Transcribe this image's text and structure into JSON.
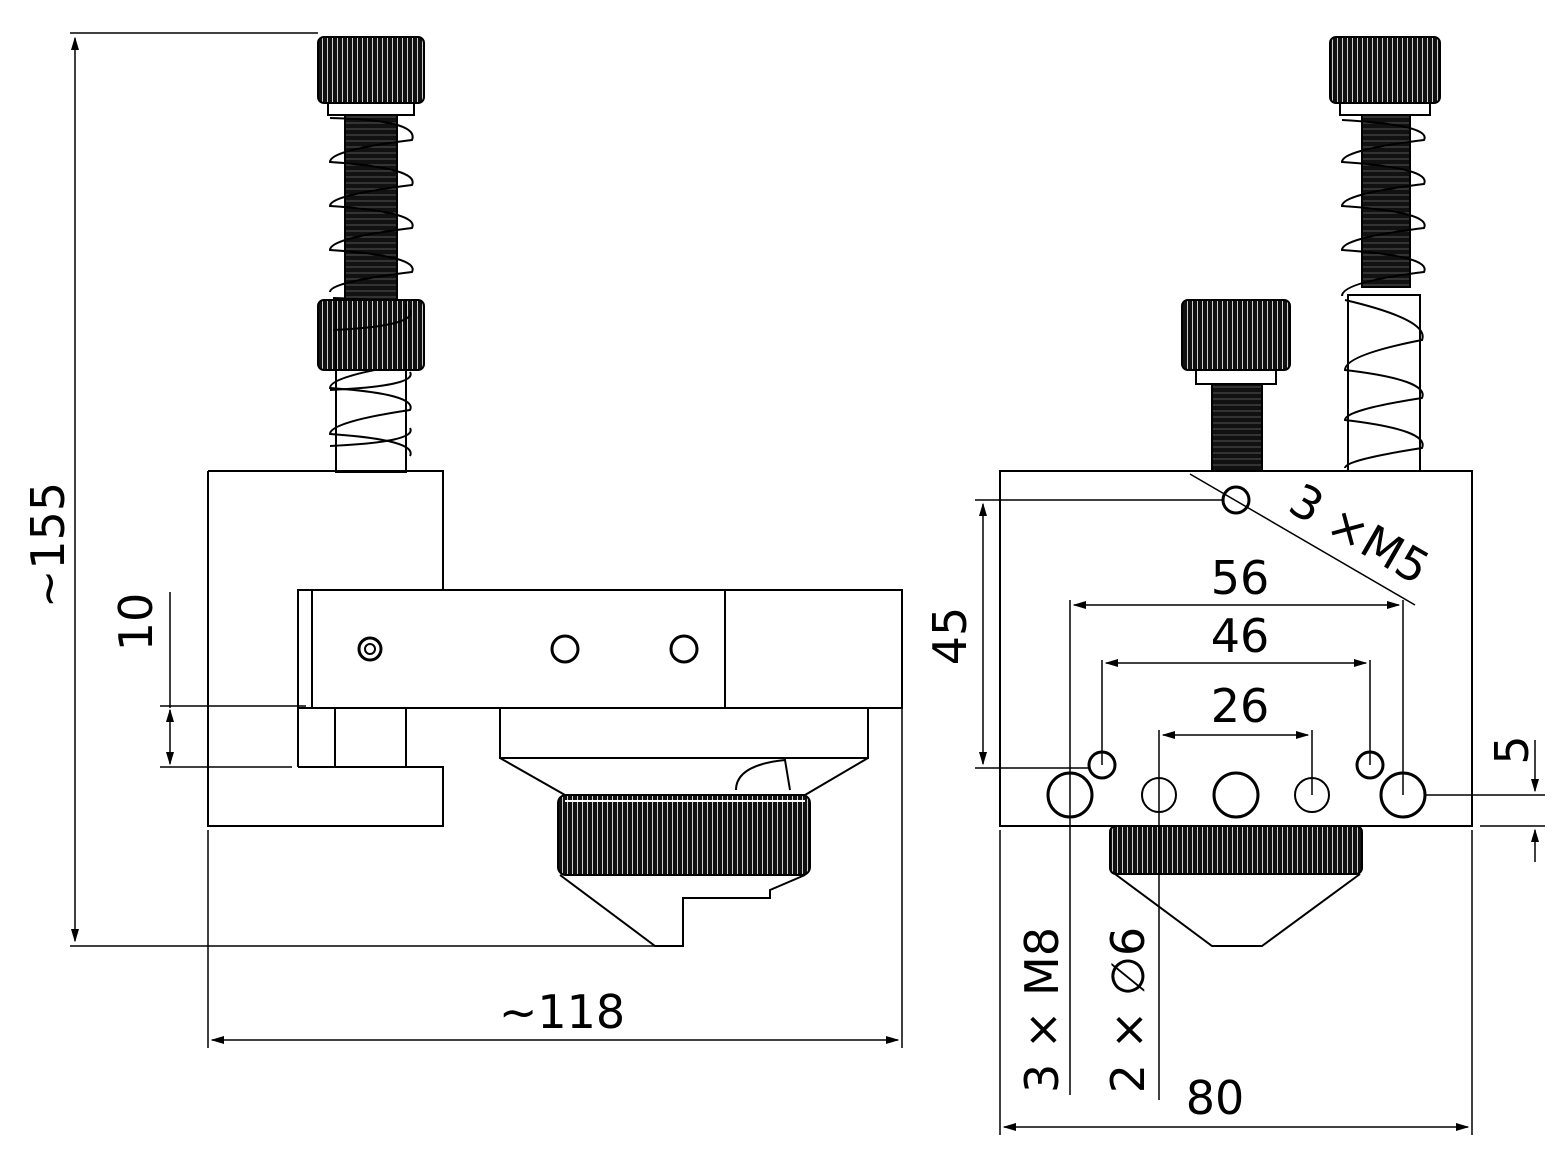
{
  "colors": {
    "line": "#000000",
    "background": "#ffffff",
    "knurl": "#111111"
  },
  "side_view": {
    "height_label": "~155",
    "width_label": "~118",
    "slot_label": "10"
  },
  "front_view": {
    "label_3xm5": "3 ×M5",
    "label_56": "56",
    "label_46": "46",
    "label_26": "26",
    "label_45": "45",
    "label_5": "5",
    "label_3xm8": "3 × M8",
    "label_2x6": "2 × ∅6",
    "label_80": "80"
  }
}
